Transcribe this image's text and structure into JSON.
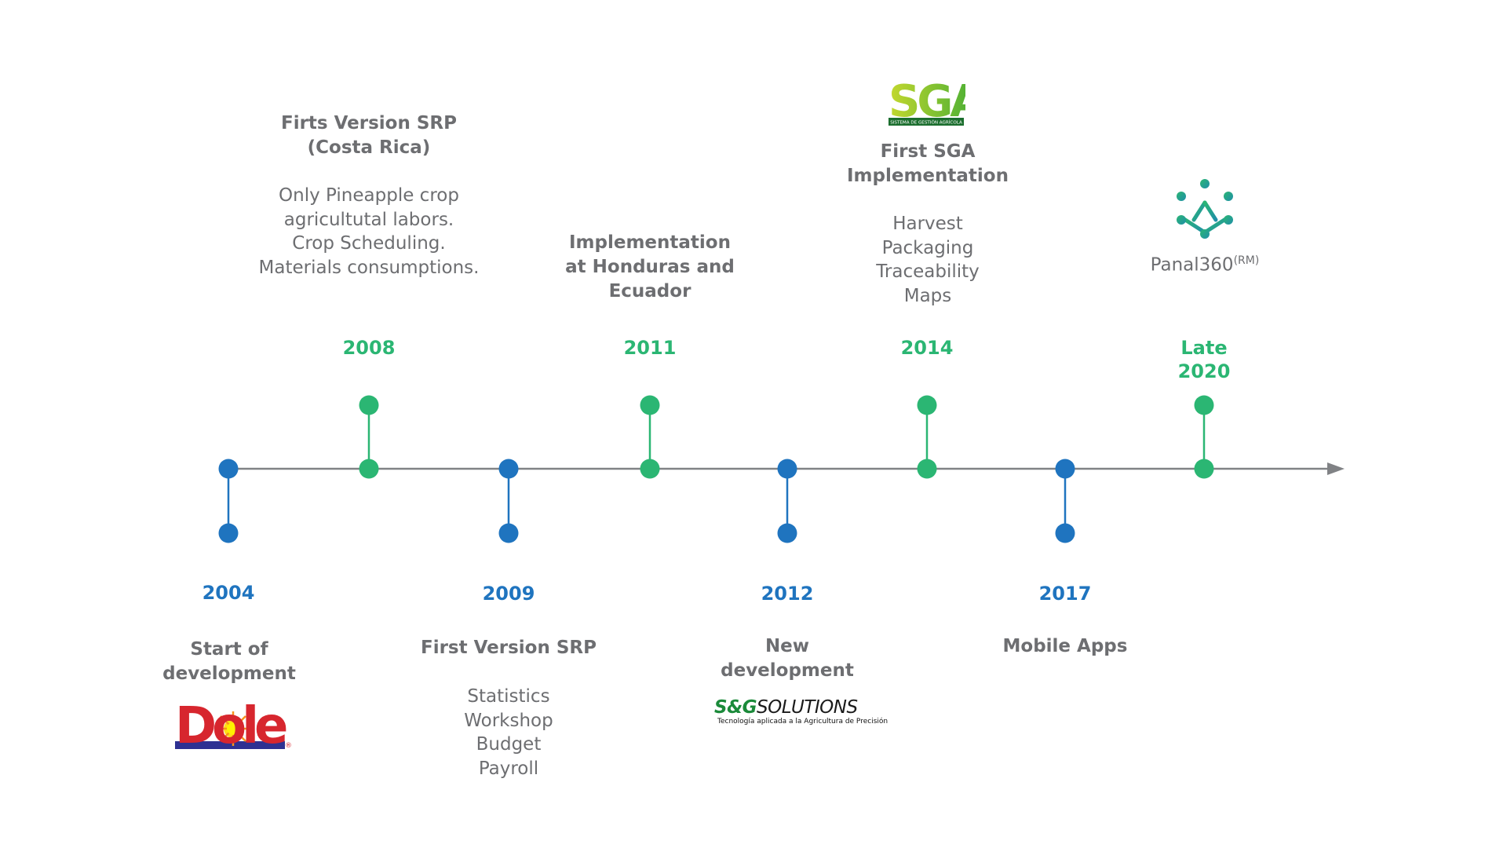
{
  "colors": {
    "green": "#2bb673",
    "blue": "#1f74bf",
    "axis": "#808285",
    "text": "#6d6e71"
  },
  "milestones": [
    {
      "year": "2004",
      "title_lines": [
        "Start of",
        "development"
      ],
      "desc": [],
      "side": "below",
      "color": "blue",
      "logo": "dole-logo"
    },
    {
      "year": "2008",
      "title_lines": [
        "Firts Version SRP",
        "(Costa Rica)"
      ],
      "desc": [
        "Only Pineapple crop",
        "agricultutal labors.",
        "Crop Scheduling.",
        "Materials consumptions."
      ],
      "side": "above",
      "color": "green"
    },
    {
      "year": "2009",
      "title_lines": [
        "First Version SRP"
      ],
      "desc": [
        "Statistics",
        "Workshop",
        "Budget",
        "Payroll"
      ],
      "side": "below",
      "color": "blue"
    },
    {
      "year": "2011",
      "title_lines": [
        "Implementation",
        "at Honduras and",
        "Ecuador"
      ],
      "desc": [],
      "side": "above",
      "color": "green"
    },
    {
      "year": "2012",
      "title_lines": [
        "New",
        "development"
      ],
      "desc": [],
      "side": "below",
      "color": "blue",
      "logo": "sg-solutions-logo"
    },
    {
      "year": "2014",
      "title_lines": [
        "First SGA",
        "Implementation"
      ],
      "desc": [
        "Harvest",
        "Packaging",
        "Traceability",
        "Maps"
      ],
      "side": "above",
      "color": "green",
      "logo": "sga-logo"
    },
    {
      "year": "2017",
      "title_lines": [
        "Mobile Apps"
      ],
      "desc": [],
      "side": "below",
      "color": "blue"
    },
    {
      "year_lines": [
        "Late",
        "2020"
      ],
      "title_lines": [],
      "desc": [],
      "side": "above",
      "color": "green",
      "logo": "panal360-logo"
    }
  ],
  "panal360": {
    "name": "Panal360",
    "mark": "(RM)"
  },
  "logos": {
    "dole": {
      "text": "Dole",
      "reg": "®"
    },
    "sga": {
      "text": "SGA",
      "tagline": "SISTEMA DE GESTIÓN AGRÍCOLA"
    },
    "sg_solutions": {
      "brand": "S&G",
      "brand2": "SOLUTIONS",
      "tagline": "Tecnología aplicada a la Agricultura de Precisión"
    }
  }
}
